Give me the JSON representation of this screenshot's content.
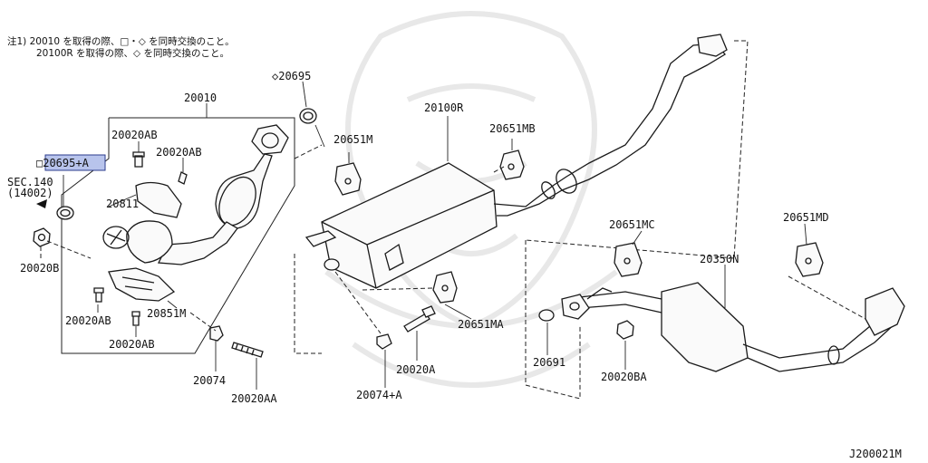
{
  "notes": {
    "line1": "注1) 20010 を取得の際、□・◇ を同時交換のこと。",
    "line2": "20100R を取得の際、◇ を同時交換のこと。"
  },
  "labels": {
    "p20695_top": "◇20695",
    "p20010": "20010",
    "p20020ab_a": "20020AB",
    "p20020ab_b": "20020AB",
    "p20695a": "□20695+A",
    "sec_line1": "SEC.140",
    "sec_line2": "(14002)",
    "p20811": "20811",
    "p20020b": "20020B",
    "p20020ab_c": "20020AB",
    "p20851m": "20851M",
    "p20020ab_d": "20020AB",
    "p20074": "20074",
    "p20020aa": "20020AA",
    "p20100r": "20100R",
    "p20651m": "20651M",
    "p20651mb": "20651MB",
    "p20651ma": "20651MA",
    "p20020a": "20020A",
    "p20074a": "20074+A",
    "p20651mc": "20651MC",
    "p20350n": "20350N",
    "p20651md": "20651MD",
    "p20691": "20691",
    "p20020ba": "20020BA",
    "diagram_id": "J200021M"
  },
  "colors": {
    "highlight": "#b8c4ec",
    "line": "#1a1a1a"
  }
}
